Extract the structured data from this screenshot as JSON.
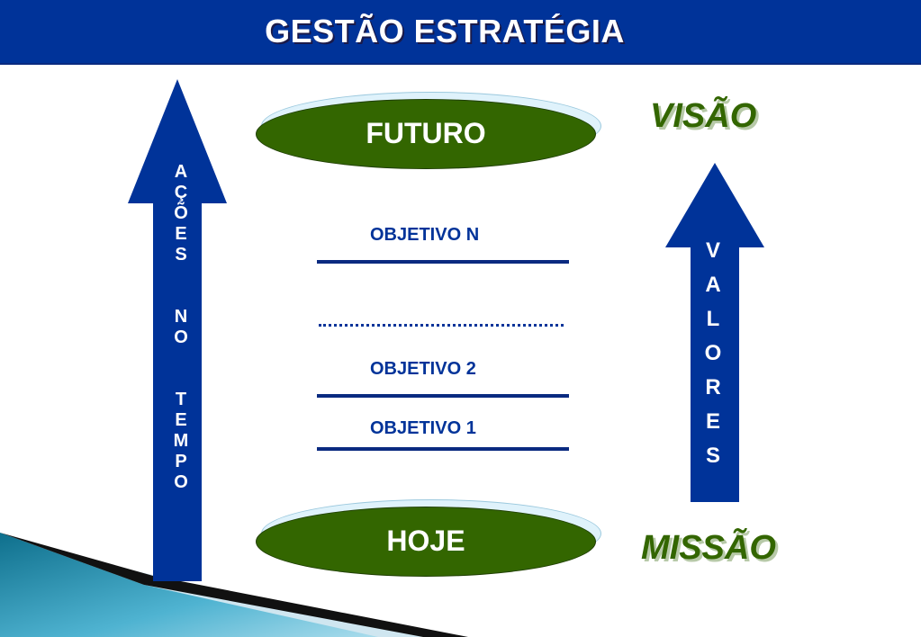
{
  "header": {
    "title": "GESTÃO ESTRATÉGIA"
  },
  "left_arrow": {
    "letters_1": [
      "A",
      "Ç",
      "Õ",
      "E",
      "S"
    ],
    "letters_2": [
      "N",
      "O"
    ],
    "letters_3": [
      "T",
      "E",
      "M",
      "P",
      "O"
    ]
  },
  "right_arrow": {
    "letters": [
      "V",
      "A",
      "L",
      "O",
      "R",
      "E",
      "S"
    ]
  },
  "top_oval": {
    "label": "FUTURO"
  },
  "bottom_oval": {
    "label": "HOJE"
  },
  "objectives": {
    "n": "OBJETIVO N",
    "two": "OBJETIVO 2",
    "one": "OBJETIVO 1"
  },
  "side_labels": {
    "top": "VISÃO",
    "bottom": "MISSÃO"
  },
  "colors": {
    "header_bg": "#003399",
    "arrow": "#003399",
    "oval_green": "#336600",
    "accent_green": "#336600"
  }
}
